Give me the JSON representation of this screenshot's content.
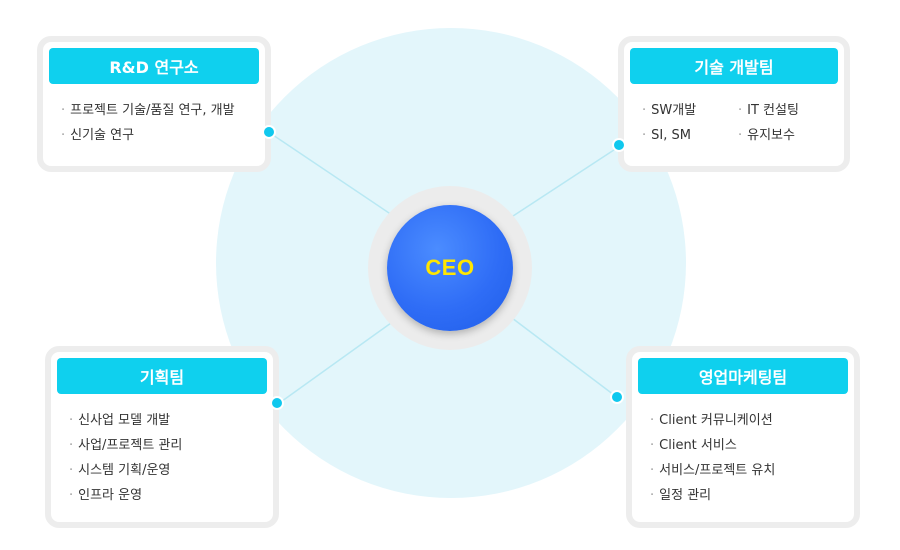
{
  "ceo": {
    "label": "CEO"
  },
  "teams": {
    "rnd": {
      "title": "R&D 연구소",
      "items": [
        "프로젝트 기술/품질 연구, 개발",
        "신기술 연구"
      ]
    },
    "tech": {
      "title": "기술 개발팀",
      "items": [
        "SW개발",
        "IT 컨설팅",
        "SI, SM",
        "유지보수"
      ]
    },
    "planning": {
      "title": "기획팀",
      "items": [
        "신사업 모델 개발",
        "사업/프로젝트 관리",
        "시스템 기획/운영",
        "인프라 운영"
      ]
    },
    "sales": {
      "title": "영업마케팅팀",
      "items": [
        "Client 커뮤니케이션",
        "Client 서비스",
        "서비스/프로젝트 유치",
        "일정 관리"
      ]
    }
  },
  "colors": {
    "header": "#0fd0ee",
    "ceo": "#2f6df6",
    "ceo_text": "#ffe600",
    "background_circle": "#e3f6fb",
    "connector": "#b8e8f3"
  }
}
